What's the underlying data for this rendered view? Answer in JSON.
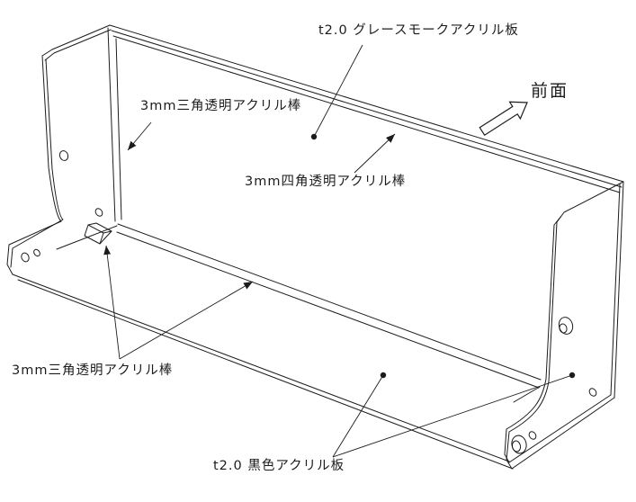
{
  "page": {
    "background": "#ffffff",
    "line_color": "#1c1c1c",
    "drawing_type": "isometric-technical-drawing"
  },
  "labels": {
    "smoke_panel": "t2.0 グレースモークアクリル板",
    "triangle_rod_upper": "3mm三角透明アクリル棒",
    "square_rod": "3mm四角透明アクリル棒",
    "triangle_rod_lower": "3mm三角透明アクリル棒",
    "black_panel": "t2.0 黒色アクリル板",
    "front": "前面"
  }
}
